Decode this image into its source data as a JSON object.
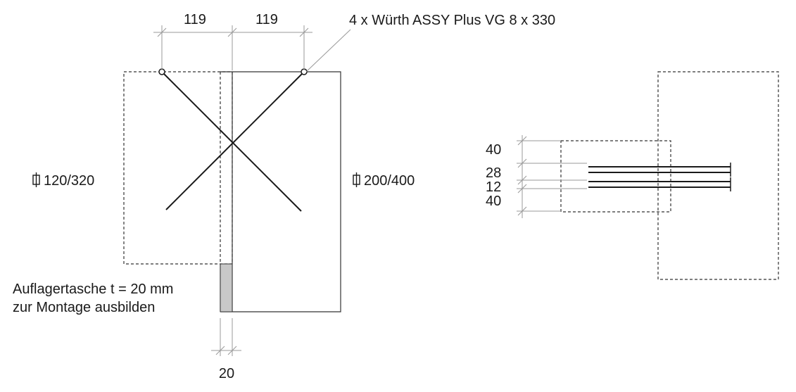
{
  "dimensions": {
    "left_spacing": "119",
    "right_spacing": "119",
    "pocket_width": "20",
    "side_40_top": "40",
    "side_28": "28",
    "side_12": "12",
    "side_40_bottom": "40"
  },
  "labels": {
    "screws": "4 x Würth ASSY Plus VG 8 x 330",
    "beam_secondary": "120/320",
    "beam_main": "200/400",
    "note_line1": "Auflagertasche t = 20 mm",
    "note_line2": "zur Montage ausbilden"
  },
  "icons": {
    "section_symbol": "cross-section-icon"
  },
  "colors": {
    "lines": "#333333",
    "dimension_lines": "#999999",
    "pocket_fill": "#c8c8c8",
    "text": "#1a1a1a"
  }
}
